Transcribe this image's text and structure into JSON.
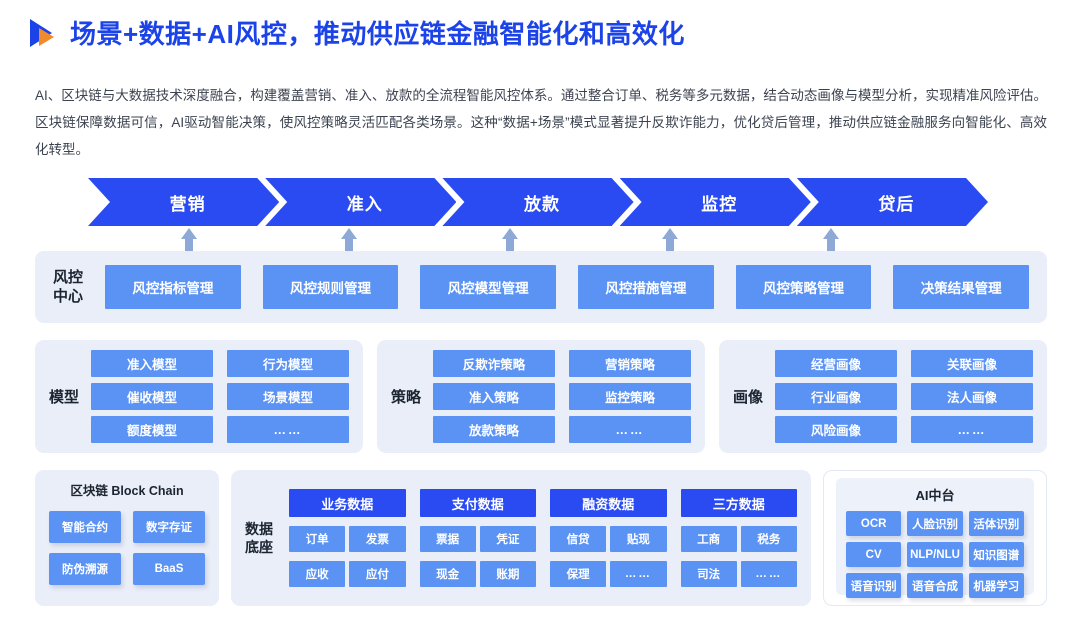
{
  "title": {
    "icon": "play-triangle-icon",
    "text": "场景+数据+AI风控，推动供应链金融智能化和高效化",
    "color": "#1B43E8"
  },
  "intro": {
    "text": "AI、区块链与大数据技术深度融合，构建覆盖营销、准入、放款的全流程智能风控体系。通过整合订单、税务等多元数据，结合动态画像与模型分析，实现精准风险评估。区块链保障数据可信，AI驱动智能决策，使风控策略灵活匹配各类场景。这种“数据+场景”模式显著提升反欺诈能力，优化贷后管理，推动供应链金融服务向智能化、高效化转型。"
  },
  "flow": {
    "steps": [
      "营销",
      "准入",
      "放款",
      "监控",
      "贷后"
    ],
    "color": "#2B4BF2"
  },
  "risk_control_center": {
    "label": "风控\n中心",
    "label_line1": "风控",
    "label_line2": "中心",
    "items": [
      "风控指标管理",
      "风控规则管理",
      "风控模型管理",
      "风控措施管理",
      "风控策略管理",
      "决策结果管理"
    ]
  },
  "mid_panels": [
    {
      "label": "模型",
      "cells": [
        "准入模型",
        "行为模型",
        "催收模型",
        "场景模型",
        "额度模型",
        "……"
      ]
    },
    {
      "label": "策略",
      "cells": [
        "反欺诈策略",
        "营销策略",
        "准入策略",
        "监控策略",
        "放款策略",
        "……"
      ]
    },
    {
      "label": "画像",
      "cells": [
        "经营画像",
        "关联画像",
        "行业画像",
        "法人画像",
        "风险画像",
        "……"
      ]
    }
  ],
  "blockchain": {
    "title": "区块链 Block Chain",
    "chips": [
      "智能合约",
      "数字存证",
      "防伪溯源",
      "BaaS"
    ]
  },
  "data_foundation": {
    "label_line1": "数据",
    "label_line2": "底座",
    "columns": [
      {
        "head": "业务数据",
        "subs": [
          "订单",
          "发票",
          "应收",
          "应付"
        ]
      },
      {
        "head": "支付数据",
        "subs": [
          "票据",
          "凭证",
          "现金",
          "账期"
        ]
      },
      {
        "head": "融资数据",
        "subs": [
          "信贷",
          "贴现",
          "保理",
          "……"
        ]
      },
      {
        "head": "三方数据",
        "subs": [
          "工商",
          "税务",
          "司法",
          "……"
        ]
      }
    ]
  },
  "ai_platform": {
    "title": "AI中台",
    "chips": [
      "OCR",
      "人脸识别",
      "活体识别",
      "CV",
      "NLP/NLU",
      "知识图谱",
      "语音识别",
      "语音合成",
      "机器学习"
    ]
  },
  "colors": {
    "primary_blue": "#2B4BF2",
    "light_blue": "#5B93F5",
    "panel_bg": "#EAEEF8",
    "arrow_gray_blue": "#8EA9D6",
    "title_blue": "#1B43E8",
    "accent_orange": "#F18A2A",
    "text_dark": "#1B2431",
    "body_text": "#3C4350"
  }
}
